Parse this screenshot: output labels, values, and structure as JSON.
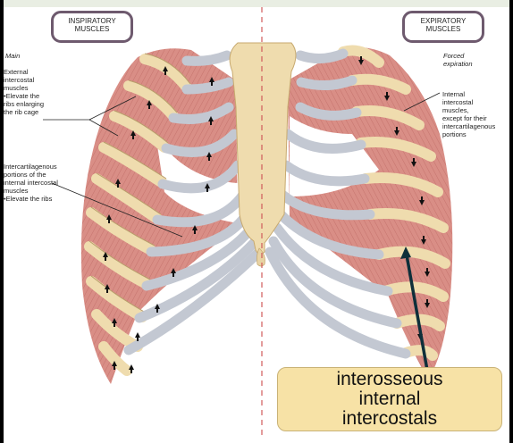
{
  "labels": {
    "inspiratory_box": [
      "INSPIRATORY",
      "MUSCLES"
    ],
    "expiratory_box": [
      "EXPIRATORY",
      "MUSCLES"
    ],
    "main_heading": "Main",
    "left_label_1": "External\nintercostal\nmuscles\n•Elevate the\nribs enlarging\nthe rib cage",
    "left_label_2": "Intercartilagenous\nportions of the\ninternal intercostal\nmuscles\n•Elevate the ribs",
    "forced_heading": "Forced\nexpiration",
    "right_label_1": "Internal\nintercostal\nmuscles,\nexcept for their\nintercartilagenous\nportions"
  },
  "callout": {
    "lines": [
      "interosseous",
      "internal",
      "intercostals"
    ]
  },
  "colors": {
    "muscle": "#d98e86",
    "bone": "#efdcae",
    "cartilage": "#c3c8d2",
    "callout_bg": "#f7e2a6",
    "box_border": "#6e5a6e"
  }
}
